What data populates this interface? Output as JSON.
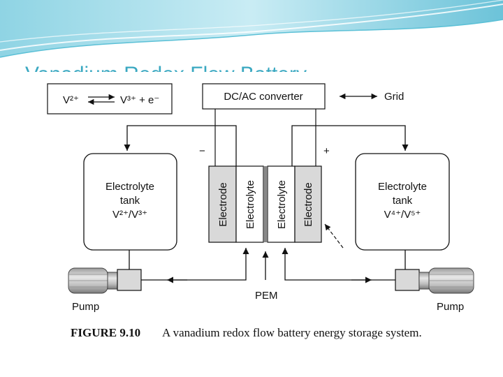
{
  "slide": {
    "title": "Vanadium Redox Flow Battery",
    "colors": {
      "title": "#3aa8c1",
      "header_wave": "#5bc0d6",
      "line": "#111111",
      "component_fill": "#d9d9d9"
    }
  },
  "diagram": {
    "reaction": {
      "left": "V²⁺",
      "right": "V³⁺ + e⁻"
    },
    "converter_label": "DC/AC converter",
    "grid_label": "Grid",
    "minus_sign": "−",
    "plus_sign": "+",
    "tank_left": {
      "line1": "Electrolyte",
      "line2": "tank",
      "line3": "V²⁺/V³⁺"
    },
    "tank_right": {
      "line1": "Electrolyte",
      "line2": "tank",
      "line3": "V⁴⁺/V⁵⁺"
    },
    "cell_labels": [
      "Electrode",
      "Electrolyte",
      "Electrolyte",
      "Electrode"
    ],
    "pem_label": "PEM",
    "pump_left_label": "Pump",
    "pump_right_label": "Pump"
  },
  "caption": {
    "number": "FIGURE 9.10",
    "text": "A vanadium redox flow battery energy storage system."
  }
}
